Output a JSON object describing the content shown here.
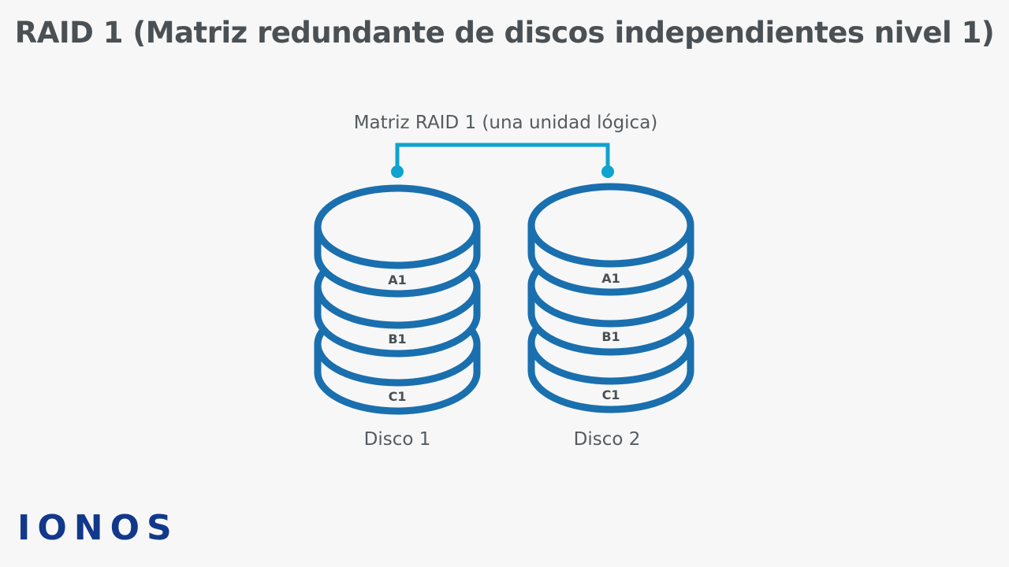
{
  "title": "RAID 1 (Matriz redundante de discos independientes nivel 1)",
  "array_label": "Matriz RAID 1 (una unidad lógica)",
  "disks": [
    {
      "label": "Disco 1",
      "segments": [
        "A1",
        "B1",
        "C1"
      ]
    },
    {
      "label": "Disco 2",
      "segments": [
        "A1",
        "B1",
        "C1"
      ]
    }
  ],
  "logo": "IONOS",
  "colors": {
    "background": "#f7f7f7",
    "disk_stroke": "#1a6fae",
    "connector": "#0fa3cf",
    "text": "#4a5054",
    "logo": "#11388a"
  }
}
